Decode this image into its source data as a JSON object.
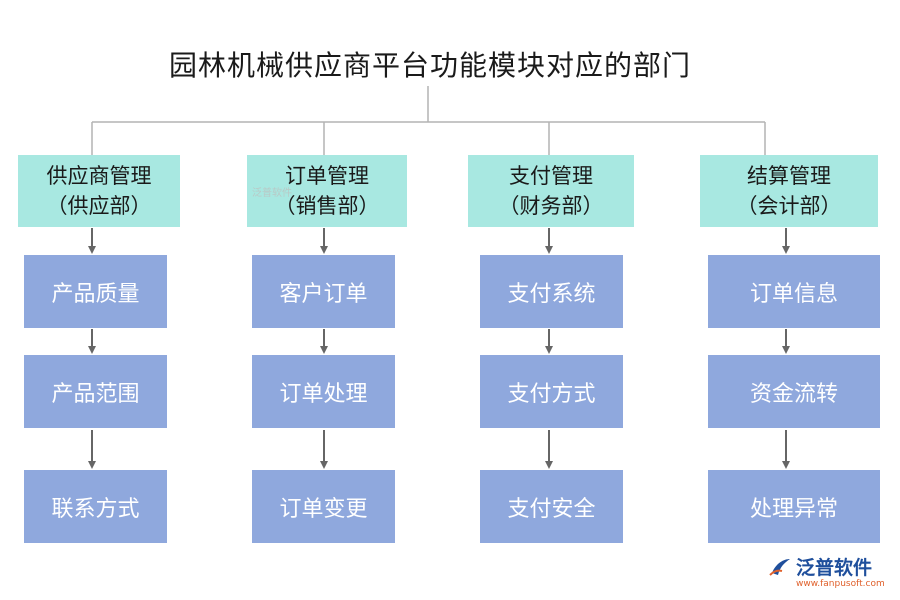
{
  "title": "园林机械供应商平台功能模块对应的部门",
  "colors": {
    "header_fill": "#a8e8e1",
    "item_fill": "#8fa8dd",
    "item_text": "#ffffff",
    "connector": "#b3b3b3",
    "arrow": "#666666",
    "logo_blue": "#1f4f9c",
    "logo_orange": "#e0612c"
  },
  "columns": [
    {
      "header_line1": "供应商管理",
      "header_line2": "（供应部）",
      "items": [
        "产品质量",
        "产品范围",
        "联系方式"
      ]
    },
    {
      "header_line1": "订单管理",
      "header_line2": "（销售部）",
      "items": [
        "客户订单",
        "订单处理",
        "订单变更"
      ]
    },
    {
      "header_line1": "支付管理",
      "header_line2": "（财务部）",
      "items": [
        "支付系统",
        "支付方式",
        "支付安全"
      ]
    },
    {
      "header_line1": "结算管理",
      "header_line2": "（会计部）",
      "items": [
        "订单信息",
        "资金流转",
        "处理异常"
      ]
    }
  ],
  "watermark": "泛普软件",
  "logo": {
    "name": "泛普软件",
    "url": "www.fanpusoft.com",
    "icon": "fanpu-logo-icon"
  }
}
